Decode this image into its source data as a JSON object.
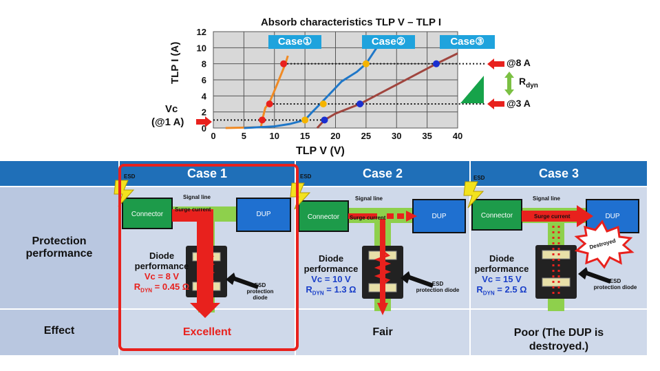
{
  "chart": {
    "title": "Absorb characteristics TLP V – TLP I",
    "ylabel": "TLP I (A)",
    "xlabel": "TLP V (V)",
    "case_tags": [
      "Case①",
      "Case②",
      "Case③"
    ],
    "vc_label_line1": "Vc",
    "vc_label_line2": "(@1 A)",
    "at8_label": "@8 A",
    "at3_label": "@3 A",
    "rdyn_main": "R",
    "rdyn_sub": "dyn"
  },
  "chart_data": {
    "type": "line",
    "title": "Absorb characteristics TLP V – TLP I",
    "xlabel": "TLP V (V)",
    "ylabel": "TLP I (A)",
    "xlim": [
      0,
      40
    ],
    "ylim": [
      0,
      12
    ],
    "x_ticks": [
      0,
      5,
      10,
      15,
      20,
      25,
      30,
      35,
      40
    ],
    "y_ticks": [
      0,
      2,
      4,
      6,
      8,
      10,
      12
    ],
    "grid": true,
    "series": [
      {
        "name": "Case①",
        "color": "#f08a24",
        "x": [
          2,
          7.8,
          8.0,
          8.5,
          9.2,
          10.2,
          11.0,
          11.8,
          12.2
        ],
        "y": [
          0,
          0.1,
          1.0,
          2.5,
          3.2,
          5.0,
          6.5,
          8.0,
          9.0
        ]
      },
      {
        "name": "Case②",
        "color": "#1f77c8",
        "x": [
          5,
          10,
          12.5,
          15,
          16.2,
          17.5,
          19.0,
          21.0,
          23.5,
          25.0,
          27.0
        ],
        "y": [
          0,
          0.2,
          0.5,
          1.0,
          2.0,
          3.0,
          4.2,
          5.8,
          7.0,
          8.0,
          10.3
        ]
      },
      {
        "name": "Case③",
        "color": "#a0453e",
        "x": [
          17,
          18.2,
          20.0,
          24.0,
          28.0,
          32.0,
          36.5,
          40.0
        ],
        "y": [
          0,
          1.0,
          1.8,
          3.0,
          4.6,
          6.2,
          8.0,
          9.3
        ]
      }
    ],
    "markers": [
      {
        "x": 8.0,
        "y": 1.0,
        "color": "#e8211d"
      },
      {
        "x": 9.2,
        "y": 3.0,
        "color": "#e8211d"
      },
      {
        "x": 11.5,
        "y": 8.0,
        "color": "#e8211d"
      },
      {
        "x": 15.0,
        "y": 1.0,
        "color": "#f5b400"
      },
      {
        "x": 18.0,
        "y": 3.0,
        "color": "#f5b400"
      },
      {
        "x": 25.0,
        "y": 8.0,
        "color": "#f5b400"
      },
      {
        "x": 18.2,
        "y": 1.0,
        "color": "#1a2fd0"
      },
      {
        "x": 24.0,
        "y": 3.0,
        "color": "#1a2fd0"
      },
      {
        "x": 36.5,
        "y": 8.0,
        "color": "#1a2fd0"
      }
    ],
    "reference_lines": [
      {
        "label": "@8 A",
        "y": 8
      },
      {
        "label": "@3 A",
        "y": 3
      },
      {
        "label": "Vc (@1 A)",
        "y": 1
      }
    ]
  },
  "table": {
    "headers": [
      "Case 1",
      "Case 2",
      "Case 3"
    ],
    "row_labels": {
      "protection": "Protection\nperformance",
      "effect": "Effect"
    },
    "protection_line1": "Protection",
    "protection_line2": "performance",
    "effect_label": "Effect",
    "cases": [
      {
        "esd": "ESD",
        "signal": "Signal line",
        "connector": "Connector",
        "dup": "DUP",
        "surge": "Surge current",
        "diode_title1": "Diode",
        "diode_title2": "performance",
        "vc": "Vc = 8 V",
        "rdyn": "R",
        "rdyn_sub": "DYN",
        "rdyn_val": " = 0.45 Ω",
        "esd_diode1": "ESD",
        "esd_diode2": "protection diode",
        "effect": "Excellent",
        "value_color": "#e8211d"
      },
      {
        "esd": "ESD",
        "signal": "Signal line",
        "connector": "Connector",
        "dup": "DUP",
        "surge": "Surge current",
        "diode_title1": "Diode",
        "diode_title2": "performance",
        "vc": "Vc = 10 V",
        "rdyn": "R",
        "rdyn_sub": "DYN",
        "rdyn_val": " = 1.3 Ω",
        "esd_diode1": "ESD",
        "esd_diode2": "protection diode",
        "effect": "Fair",
        "value_color": "#1a3fc8"
      },
      {
        "esd": "ESD",
        "signal": "Signal line",
        "connector": "Connector",
        "dup": "DUP",
        "surge": "Surge current",
        "diode_title1": "Diode",
        "diode_title2": "performance",
        "vc": "Vc = 15 V",
        "rdyn": "R",
        "rdyn_sub": "DYN",
        "rdyn_val": " = 2.5 Ω",
        "esd_diode1": "ESD",
        "esd_diode2": "protection diode",
        "effect_line1": "Poor (The DUP is",
        "effect_line2": "destroyed.)",
        "destroyed": "Destroyed",
        "value_color": "#1a3fc8"
      }
    ]
  }
}
